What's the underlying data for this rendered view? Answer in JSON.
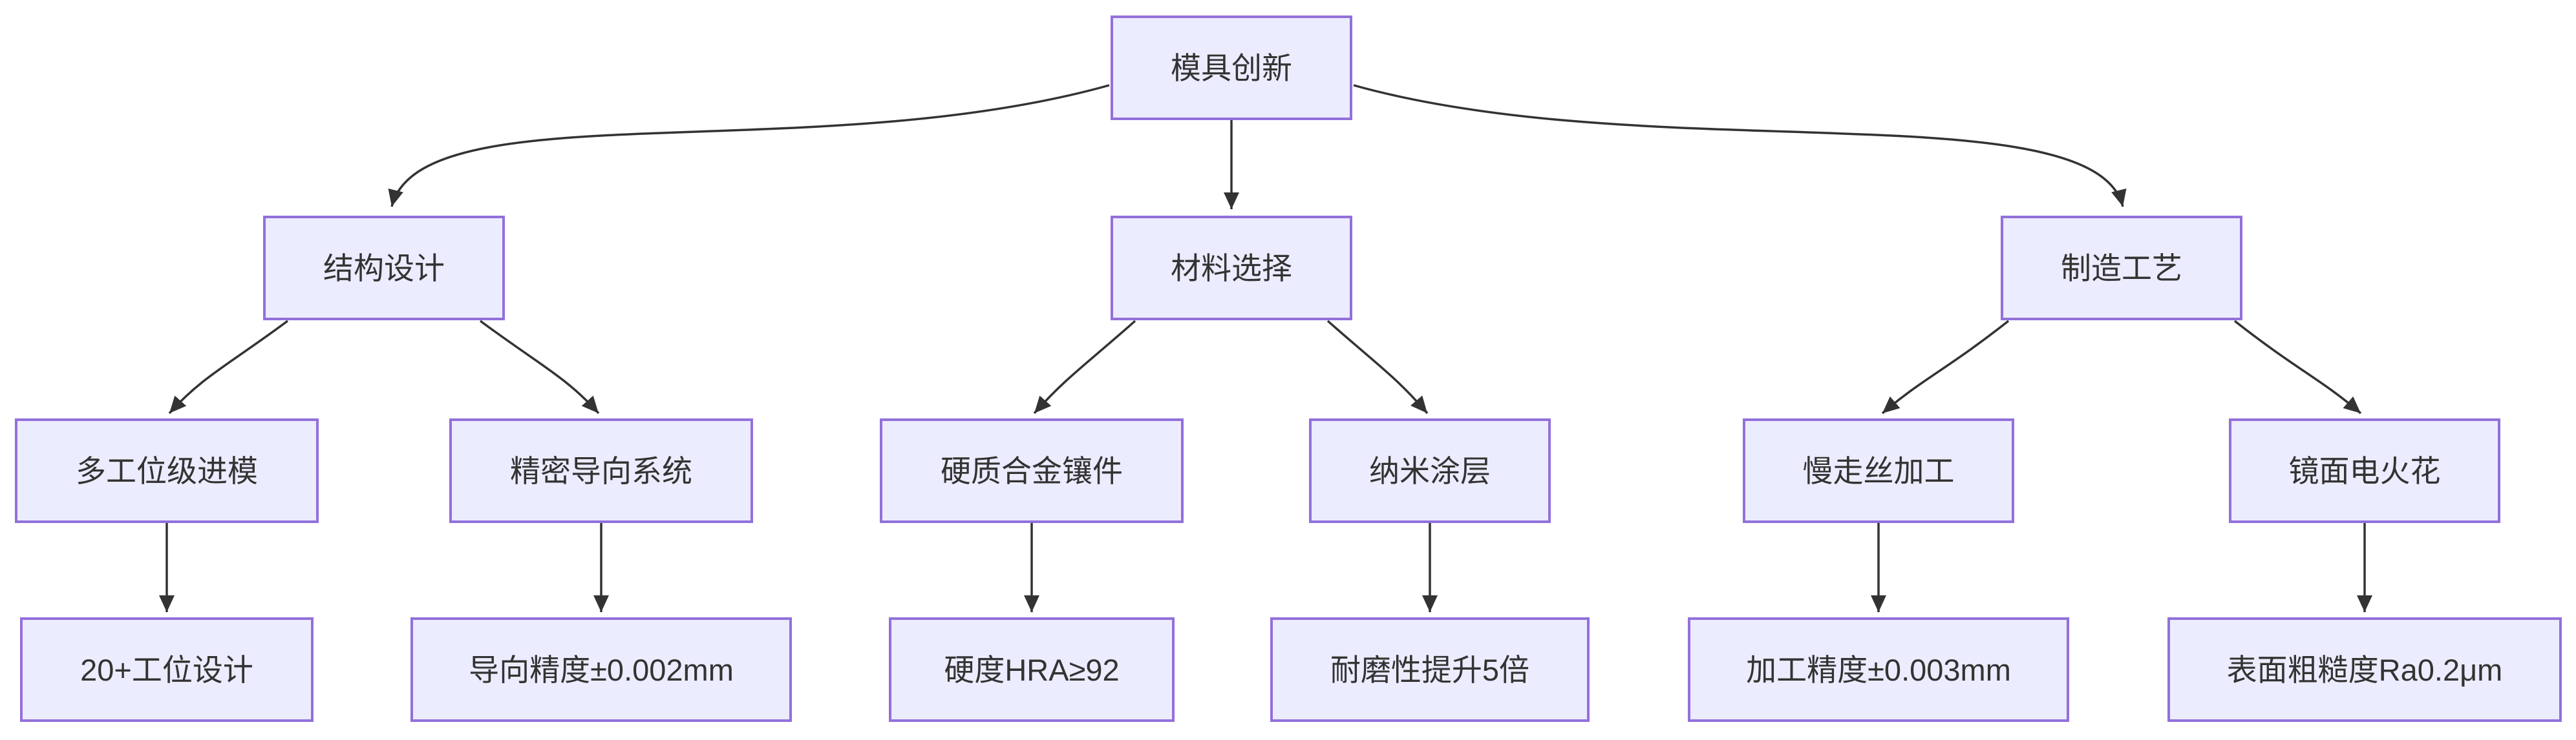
{
  "diagram": {
    "type": "flowchart",
    "direction": "top-down",
    "nodes": [
      {
        "id": "root",
        "label": "模具创新"
      },
      {
        "id": "structure-design",
        "label": "结构设计"
      },
      {
        "id": "material-selection",
        "label": "材料选择"
      },
      {
        "id": "manufacturing",
        "label": "制造工艺"
      },
      {
        "id": "multi-station-die",
        "label": "多工位级进模"
      },
      {
        "id": "guide-system",
        "label": "精密导向系统"
      },
      {
        "id": "carbide-insert",
        "label": "硬质合金镶件"
      },
      {
        "id": "nano-coating",
        "label": "纳米涂层"
      },
      {
        "id": "slow-wire-edm",
        "label": "慢走丝加工"
      },
      {
        "id": "mirror-edm",
        "label": "镜面电火花"
      },
      {
        "id": "station-design",
        "label": "20+工位设计"
      },
      {
        "id": "guide-precision",
        "label": "导向精度±0.002mm"
      },
      {
        "id": "hardness",
        "label": "硬度HRA≥92"
      },
      {
        "id": "wear-resistance",
        "label": "耐磨性提升5倍"
      },
      {
        "id": "machining-precision",
        "label": "加工精度±0.003mm"
      },
      {
        "id": "surface-roughness",
        "label": "表面粗糙度Ra0.2μm"
      }
    ],
    "edges": [
      {
        "from": "模具创新",
        "to": "结构设计"
      },
      {
        "from": "模具创新",
        "to": "材料选择"
      },
      {
        "from": "模具创新",
        "to": "制造工艺"
      },
      {
        "from": "结构设计",
        "to": "多工位级进模"
      },
      {
        "from": "结构设计",
        "to": "精密导向系统"
      },
      {
        "from": "材料选择",
        "to": "硬质合金镶件"
      },
      {
        "from": "材料选择",
        "to": "纳米涂层"
      },
      {
        "from": "制造工艺",
        "to": "慢走丝加工"
      },
      {
        "from": "制造工艺",
        "to": "镜面电火花"
      },
      {
        "from": "多工位级进模",
        "to": "20+工位设计"
      },
      {
        "from": "精密导向系统",
        "to": "导向精度±0.002mm"
      },
      {
        "from": "硬质合金镶件",
        "to": "硬度HRA≥92"
      },
      {
        "from": "纳米涂层",
        "to": "耐磨性提升5倍"
      },
      {
        "from": "慢走丝加工",
        "to": "加工精度±0.003mm"
      },
      {
        "from": "镜面电火花",
        "to": "表面粗糙度Ra0.2μm"
      }
    ],
    "colors": {
      "node_fill": "#ECECFF",
      "node_border": "#9370DB",
      "edge": "#333333",
      "text": "#333333",
      "background": "#FFFFFF"
    }
  }
}
